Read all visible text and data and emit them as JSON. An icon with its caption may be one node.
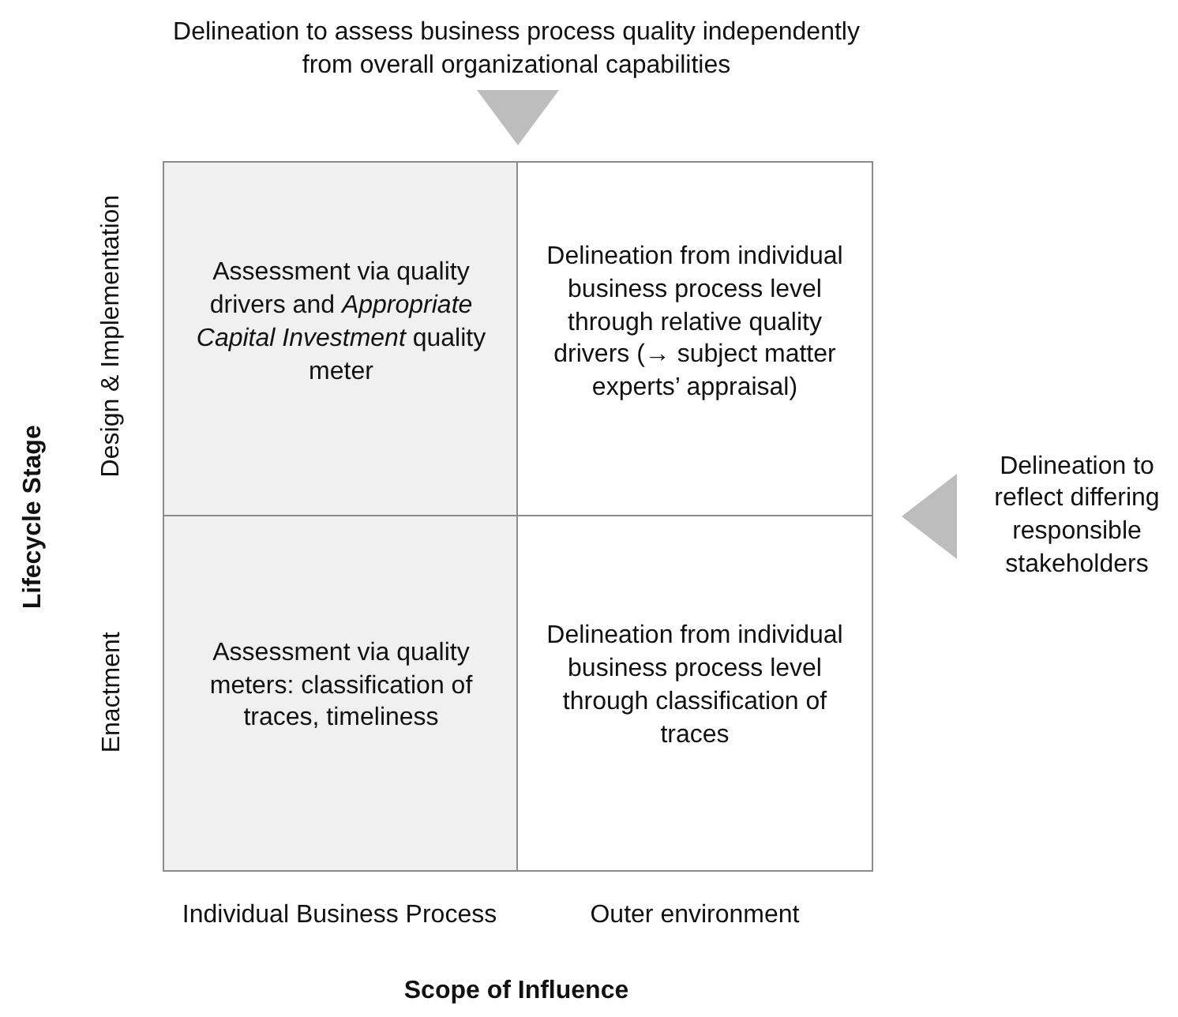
{
  "diagram": {
    "nodes": [
      {
        "text": [
          "Assessment via quality drivers and *Appropriate Capital Investment* quality meter"
        ]
      },
      {
        "text": [
          "Delineation from individual business process level through relative quality drivers (→ subject matter experts’ appraisal)"
        ]
      },
      {
        "text": [
          "Assessment via quality meters: classification of traces, timeliness"
        ]
      },
      {
        "text": [
          "Delineation from individual business process level through classification of traces"
        ]
      }
    ],
    "labels": [
      "Delineation to assess business process quality independently from overall organizational capabilities",
      "Delineation to reflect differing responsible stakeholders",
      "Lifecycle Stage",
      "Design & Implementation",
      "Enactment",
      "Individual Business Process",
      "Outer environment",
      "Scope of Influence"
    ]
  }
}
